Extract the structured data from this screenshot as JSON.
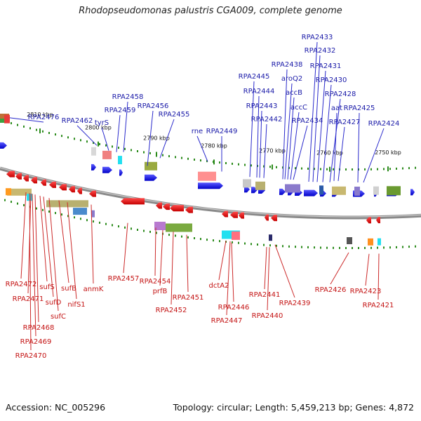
{
  "title": "Rhodopseudomonas palustris CGA009, complete genome",
  "footer": {
    "accession": "Accession: NC_005296",
    "summary": "Topology: circular; Length: 5,459,213 bp; Genes: 4,872"
  },
  "colors": {
    "forward_strand": "#0000dd",
    "reverse_strand": "#dd0000",
    "top_labels": "#1a1aa8",
    "bottom_labels": "#c41414",
    "backbone": "#8a8a8a",
    "tick": "#2a8a1a"
  },
  "ticks": [
    "2810 kbp",
    "2800 kbp",
    "2790 kbp",
    "2780 kbp",
    "2770 kbp",
    "2760 kbp",
    "2750 kbp"
  ],
  "top_genes": [
    "RPA2476",
    "RPA2462",
    "tyrS",
    "RPA2459",
    "RPA2458",
    "RPA2456",
    "RPA2455",
    "rne",
    "RPA2449",
    "RPA2445",
    "RPA2444",
    "RPA2443",
    "RPA2442",
    "RPA2438",
    "aroQ2",
    "accB",
    "accC",
    "RPA2434",
    "RPA2433",
    "RPA2432",
    "RPA2431",
    "RPA2430",
    "RPA2428",
    "aat",
    "RPA2427",
    "RPA2425",
    "RPA2424"
  ],
  "bottom_genes": [
    "RPA2472",
    "RPA2471",
    "sufS",
    "sufD",
    "RPA2468",
    "RPA2469",
    "RPA2470",
    "sufC",
    "sufB",
    "nifS1",
    "anmK",
    "RPA2457",
    "RPA2454",
    "prfB",
    "RPA2452",
    "RPA2451",
    "dctA2",
    "RPA2446",
    "RPA2447",
    "RPA2441",
    "RPA2440",
    "RPA2439",
    "RPA2426",
    "RPA2423",
    "RPA2421"
  ]
}
